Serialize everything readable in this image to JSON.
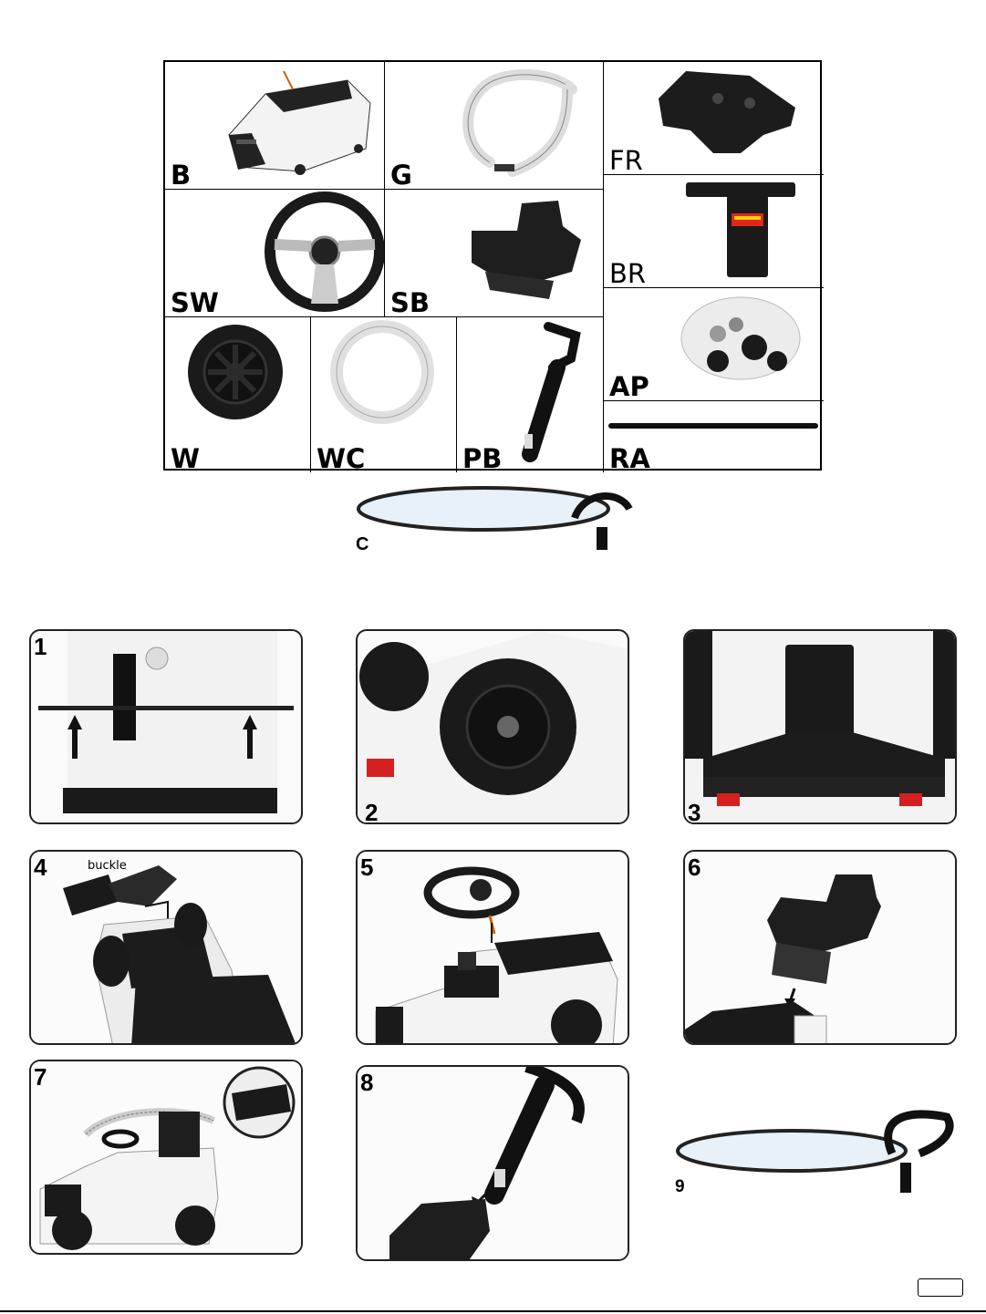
{
  "parts": {
    "B": "B",
    "G": "G",
    "FR": "FR",
    "SW": "SW",
    "SB": "SB",
    "BR": "BR",
    "W": "W",
    "WC": "WC",
    "PB": "PB",
    "AP": "AP",
    "RA": "RA"
  },
  "canopy_label": "C",
  "steps": {
    "s1": "1",
    "s2": "2",
    "s3": "3",
    "s4": "4",
    "s5": "5",
    "s6": "6",
    "s7": "7",
    "s8": "8",
    "s9": "9",
    "buckle": "buckle"
  },
  "colors": {
    "body": "#f4f4f4",
    "black": "#1a1a1a",
    "red": "#d42020",
    "canopy": "#e9f1f8"
  }
}
